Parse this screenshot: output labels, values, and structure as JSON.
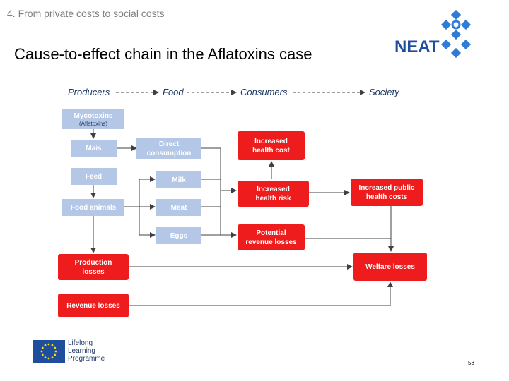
{
  "header": {
    "section": "4. From private costs to social costs",
    "title": "Cause-to-effect chain in the Aflatoxins case"
  },
  "logo": {
    "text": "NEAT",
    "brand_color": "#1f4e9c"
  },
  "chain_heads": [
    "Producers",
    "Food",
    "Consumers",
    "Society"
  ],
  "boxes": {
    "mycotoxins": {
      "title": "Mycotoxins",
      "sub": "(Aflatoxins)"
    },
    "mais": "Mais",
    "feed": "Feed",
    "food_animals": "Food animals",
    "direct": {
      "line1": "Direct",
      "line2": "consumption"
    },
    "milk": "Milk",
    "meat": "Meat",
    "eggs": "Eggs",
    "inc_health_cost": {
      "line1": "Increased",
      "line2": "health cost"
    },
    "inc_health_risk": {
      "line1": "Increased",
      "line2": "health risk"
    },
    "potential": {
      "line1": "Potential",
      "line2": "revenue losses"
    },
    "inc_public": {
      "line1": "Increased public",
      "line2": "health costs"
    },
    "production": {
      "line1": "Production",
      "line2": "losses"
    },
    "welfare": "Welfare losses",
    "revenue": "Revenue losses"
  },
  "colors": {
    "blue_box": "#b4c7e7",
    "red_box": "#ee1c1c",
    "arrow": "#404040"
  },
  "footer": {
    "programme": [
      "Lifelong",
      "Learning",
      "Programme"
    ],
    "page": "58"
  }
}
